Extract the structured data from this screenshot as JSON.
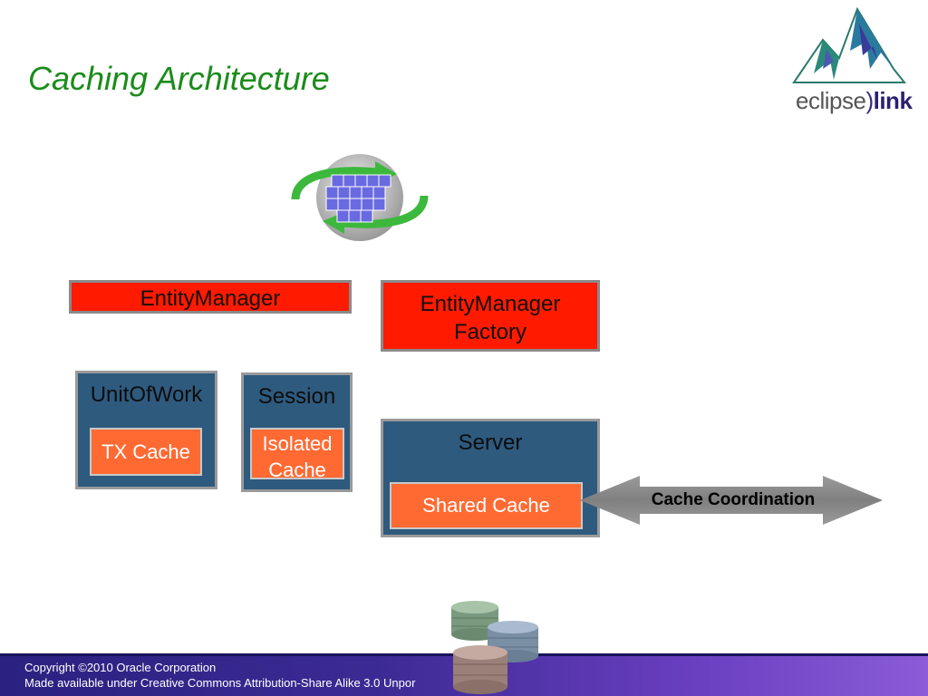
{
  "slide": {
    "title": "Caching Architecture"
  },
  "logo": {
    "word1": "eclipse",
    "paren": ")",
    "word2": "link"
  },
  "boxes": {
    "entity_manager": "EntityManager",
    "entity_manager_factory_line1": "EntityManager",
    "entity_manager_factory_line2": "Factory",
    "unit_of_work": "UnitOfWork",
    "tx_cache": "TX Cache",
    "session": "Session",
    "isolated_cache_line1": "Isolated",
    "isolated_cache_line2": "Cache",
    "server": "Server",
    "shared_cache": "Shared Cache"
  },
  "arrow": {
    "label": "Cache Coordination"
  },
  "footer": {
    "line1": "Copyright ©2010 Oracle Corporation",
    "line2": "Made available under Creative Commons Attribution-Share Alike 3.0 Unpor"
  },
  "colors": {
    "title": "#1a8c1a",
    "red_box": "#ff1a00",
    "blue_box": "#2e5a7e",
    "orange_box": "#ff6a33",
    "footer": "#3b2a93"
  }
}
